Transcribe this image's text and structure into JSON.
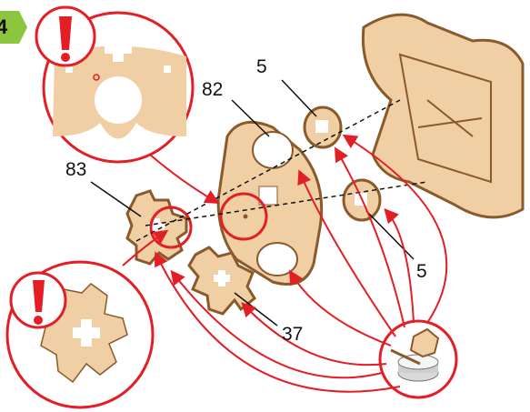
{
  "step": {
    "number": "4",
    "badge_color": "#8cc63f"
  },
  "colors": {
    "wood": "#f1cfa4",
    "wood_edge": "#8a5a2b",
    "accent_red": "#e31e24",
    "bg": "#ffffff"
  },
  "callouts": [
    {
      "id": "top-warning",
      "icon": "exclamation-icon"
    },
    {
      "id": "bottom-warning",
      "icon": "exclamation-icon"
    }
  ],
  "parts": [
    {
      "label": "83"
    },
    {
      "label": "82"
    },
    {
      "label": "5"
    },
    {
      "label": "5"
    },
    {
      "label": "37"
    }
  ],
  "glue_icon": "glue-pot-icon"
}
